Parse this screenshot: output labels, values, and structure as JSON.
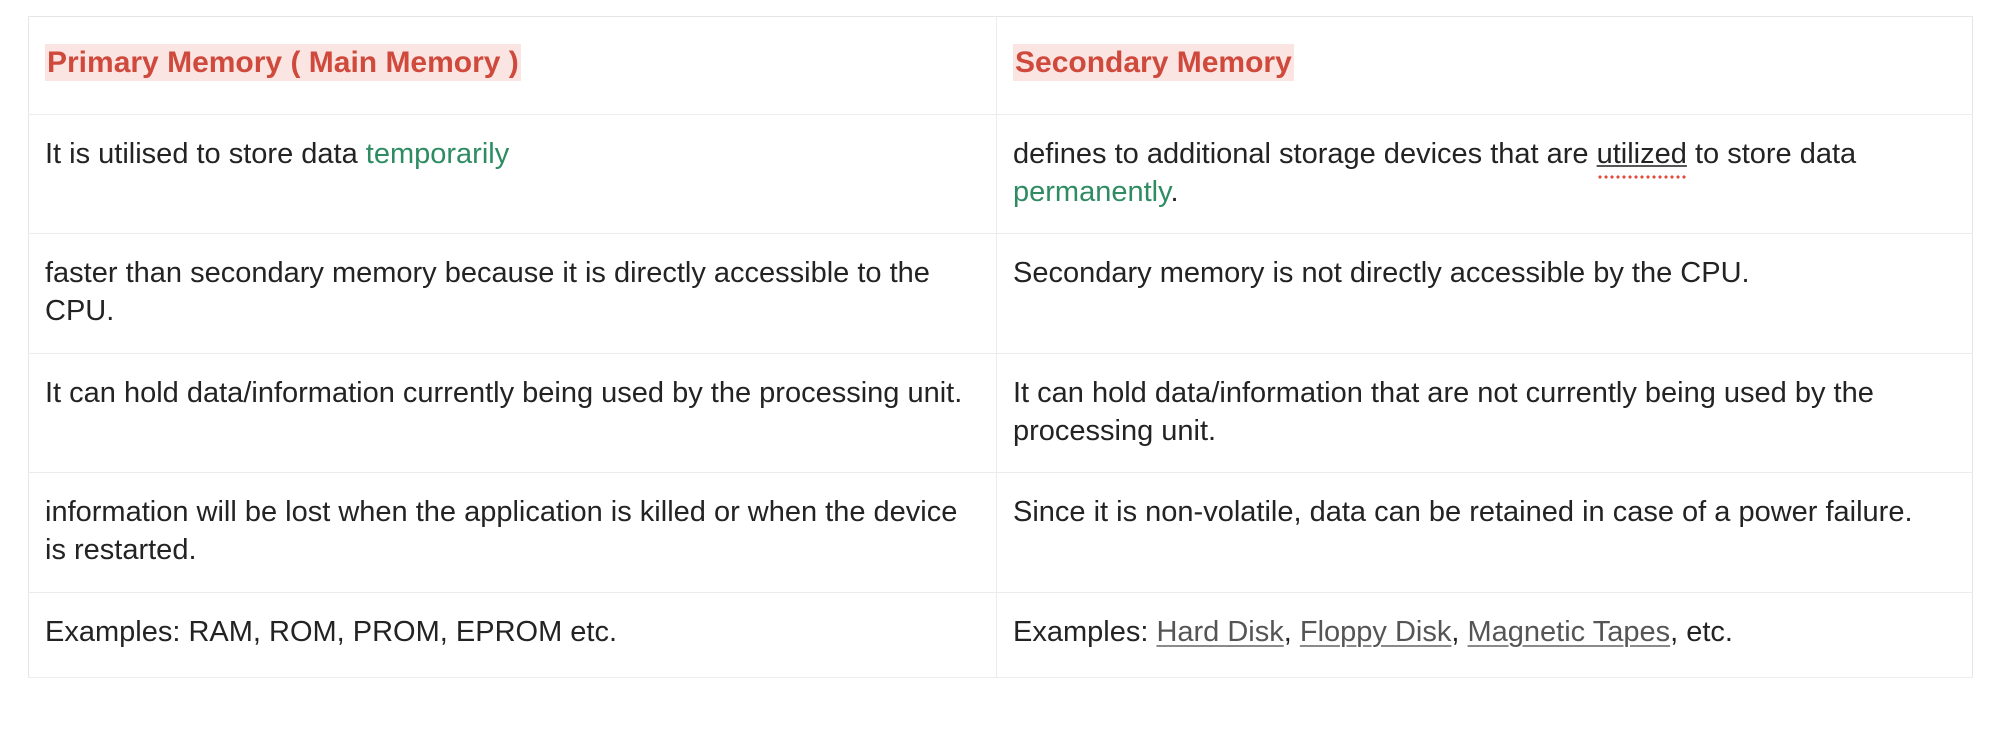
{
  "document": {
    "type": "comparison-table",
    "columns": [
      {
        "id": "primary",
        "header": "Primary Memory ( Main Memory )"
      },
      {
        "id": "secondary",
        "header": "Secondary Memory"
      }
    ],
    "colors": {
      "header_text": "#cf4a3c",
      "header_highlight": "#fbe5e2",
      "accent_green": "#2e8b62",
      "spellcheck_red": "#e04b3a",
      "body_text": "#232323",
      "grid_border": "#ececec",
      "page_background": "#ffffff"
    },
    "rows": [
      {
        "id": "row-1-duration",
        "primary": {
          "segments": [
            {
              "text": "It is utilised to store data ",
              "style": "normal"
            },
            {
              "text": "temporarily",
              "style": "green"
            }
          ]
        },
        "secondary": {
          "segments": [
            {
              "text": "defines to additional storage devices that are ",
              "style": "normal"
            },
            {
              "text": "utilized",
              "style": "spell-error"
            },
            {
              "text": " to store data ",
              "style": "normal"
            },
            {
              "text": "permanently",
              "style": "green"
            },
            {
              "text": ".",
              "style": "normal"
            }
          ]
        }
      },
      {
        "id": "row-2-speed",
        "primary": {
          "segments": [
            {
              "text": "faster than secondary memory because it is directly accessible to the CPU.",
              "style": "normal"
            }
          ]
        },
        "secondary": {
          "segments": [
            {
              "text": "Secondary memory is not directly accessible by the CPU.",
              "style": "normal"
            }
          ]
        }
      },
      {
        "id": "row-3-holds",
        "primary": {
          "segments": [
            {
              "text": "It can hold data/information currently being used by the processing unit.",
              "style": "normal"
            }
          ]
        },
        "secondary": {
          "segments": [
            {
              "text": "It can hold data/information that are not currently being used by the processing unit.",
              "style": "normal"
            }
          ]
        }
      },
      {
        "id": "row-4-volatility",
        "primary": {
          "segments": [
            {
              "text": "information will be lost when the application is killed or when the device is restarted.",
              "style": "normal"
            }
          ]
        },
        "secondary": {
          "segments": [
            {
              "text": "Since it is non-volatile, data can be retained in case of a power failure.",
              "style": "normal"
            }
          ]
        }
      },
      {
        "id": "row-5-examples",
        "primary": {
          "segments": [
            {
              "text": "Examples: RAM, ROM, PROM, EPROM etc.",
              "style": "normal"
            }
          ]
        },
        "secondary": {
          "segments": [
            {
              "text": "Examples: ",
              "style": "normal"
            },
            {
              "text": "Hard Disk",
              "style": "term-underline"
            },
            {
              "text": ", ",
              "style": "normal"
            },
            {
              "text": "Floppy Disk",
              "style": "term-underline"
            },
            {
              "text": ", ",
              "style": "normal"
            },
            {
              "text": "Magnetic Tapes",
              "style": "term-underline"
            },
            {
              "text": ", etc.",
              "style": "normal"
            }
          ]
        }
      }
    ]
  }
}
